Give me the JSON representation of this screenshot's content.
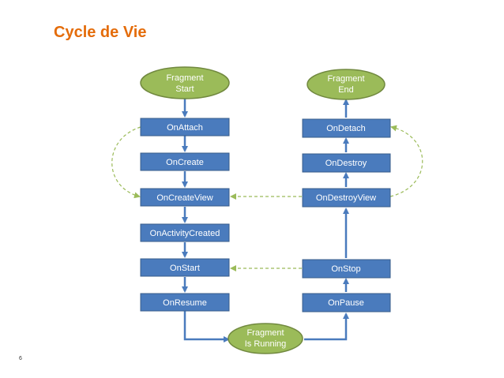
{
  "slide": {
    "title": "Cycle de Vie",
    "page_number": "6"
  },
  "colors": {
    "title": "#e46c0a",
    "box_fill": "#4a7bbd",
    "box_border": "#385d8a",
    "oval_fill": "#9bbb59",
    "oval_border": "#71893f",
    "solid_arrow": "#4a7bbd",
    "dashed_arrow": "#9bbb59"
  },
  "diagram": {
    "fragment_start": [
      "Fragment",
      "Start"
    ],
    "fragment_end": [
      "Fragment",
      "End"
    ],
    "fragment_running": [
      "Fragment",
      "Is Running"
    ],
    "left_column": [
      "OnAttach",
      "OnCreate",
      "OnCreateView",
      "OnActivityCreated",
      "OnStart",
      "OnResume"
    ],
    "right_column": [
      "OnDetach",
      "OnDestroy",
      "OnDestroyView",
      "OnStop",
      "OnPause"
    ]
  }
}
